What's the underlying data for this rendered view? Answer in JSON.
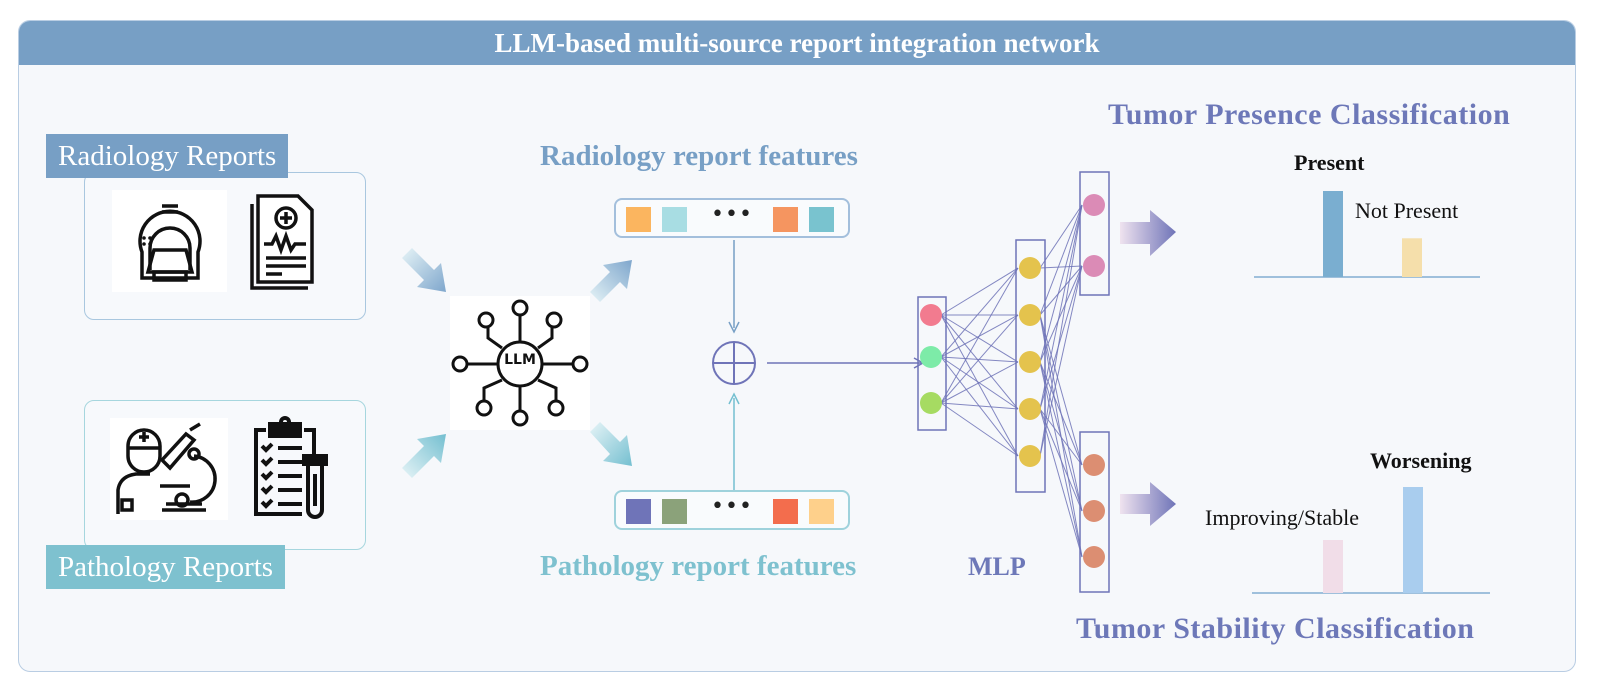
{
  "title": "LLM-based multi-source report integration network",
  "sources": {
    "radiology": {
      "label": "Radiology Reports",
      "label_color": "#779fc5",
      "icons": [
        "mri-scanner-icon",
        "medical-report-icon"
      ]
    },
    "pathology": {
      "label": "Pathology Reports",
      "label_color": "#7ec1cf",
      "icons": [
        "pathologist-microscope-icon",
        "clipboard-test-tube-icon"
      ]
    }
  },
  "llm": {
    "label": "LLM",
    "icon": "llm-network-icon"
  },
  "features": {
    "radiology": {
      "title": "Radiology report features",
      "color": "#779fc5",
      "ellipsis": "•••",
      "squares": [
        "#fbb55f",
        "#a8dde3",
        "#f59560",
        "#79c3cf"
      ]
    },
    "pathology": {
      "title": "Pathology report features",
      "color": "#7ec1cf",
      "ellipsis": "•••",
      "squares": [
        "#6f74b8",
        "#8ba27a",
        "#f36d4d",
        "#fed08b"
      ]
    }
  },
  "fusion": {
    "symbol": "concat-plus-icon"
  },
  "mlp": {
    "label": "MLP",
    "input_nodes": [
      "#f27b8f",
      "#7deba8",
      "#a6db62"
    ],
    "hidden_nodes": 5,
    "hidden_color": "#e4c34d",
    "presence_nodes": 2,
    "presence_color": "#db8bb6",
    "stability_nodes": 3,
    "stability_color": "#dc8e72",
    "line_color": "#6f74b8"
  },
  "outputs": {
    "presence": {
      "title": "Tumor Presence Classification",
      "classes": [
        {
          "label": "Present",
          "bold": true,
          "value": 1.0,
          "color": "#7aaed0"
        },
        {
          "label": "Not Present",
          "bold": false,
          "value": 0.45,
          "color": "#f5dfab"
        }
      ]
    },
    "stability": {
      "title": "Tumor Stability Classification",
      "classes": [
        {
          "label": "Improving/Stable",
          "bold": false,
          "value": 0.5,
          "color": "#f1dde8"
        },
        {
          "label": "Worsening",
          "bold": true,
          "value": 1.0,
          "color": "#a9cdee"
        }
      ]
    }
  }
}
